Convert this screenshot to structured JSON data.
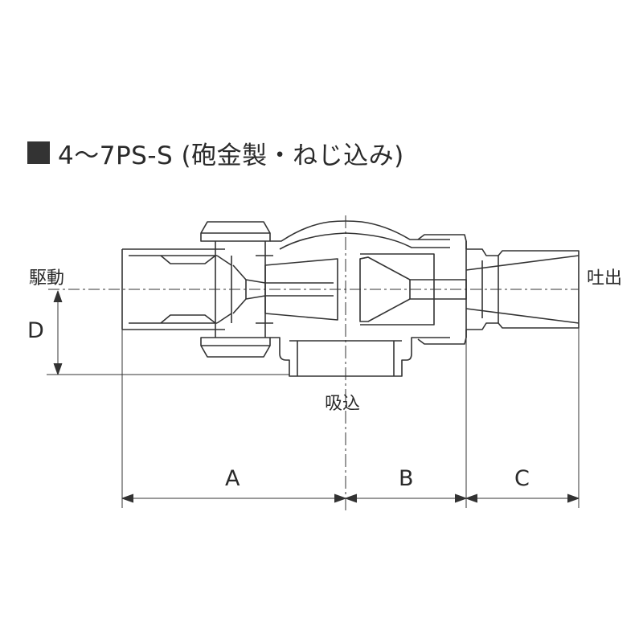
{
  "title": "4～7PS-S (砲金製・ねじ込み)",
  "labels": {
    "drive": "駆動",
    "discharge": "吐出",
    "suction": "吸込"
  },
  "dimensions": {
    "a": "A",
    "b": "B",
    "c": "C",
    "d": "D"
  }
}
